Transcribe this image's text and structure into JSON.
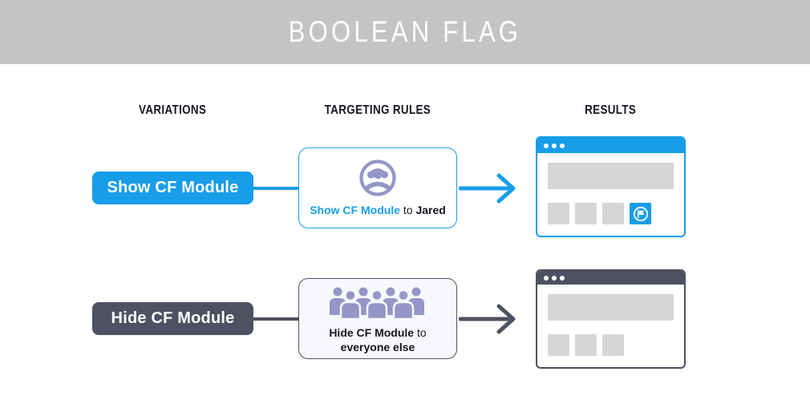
{
  "header": {
    "title": "BOOLEAN FLAG"
  },
  "columns": [
    "VARIATIONS",
    "TARGETING RULES",
    "RESULTS"
  ],
  "rows": [
    {
      "variation_label": "Show CF Module",
      "rule": {
        "flag": "Show CF Module",
        "joiner": " to ",
        "audience": "Jared"
      }
    },
    {
      "variation_label": "Hide CF Module",
      "rule": {
        "flag": "Hide CF Module",
        "joiner": " to ",
        "audience": "everyone else"
      }
    }
  ],
  "icons": {
    "rule_row_1": "user-circle-icon",
    "rule_row_2": "crowd-icon",
    "result_module": "flag-circle-icon",
    "browser_controls": "window-dots-icon",
    "flow": "arrow-right-icon"
  },
  "colors": {
    "header_bg": "#c4c4c4",
    "title_text": "#ffffff",
    "blue": "#189de9",
    "dark_slate": "#4e5161",
    "lavender": "#9496c7",
    "placeholder_gray": "#d6d6d6",
    "rule2_bg": "#f7f8fb",
    "text_dark": "#15161f"
  }
}
